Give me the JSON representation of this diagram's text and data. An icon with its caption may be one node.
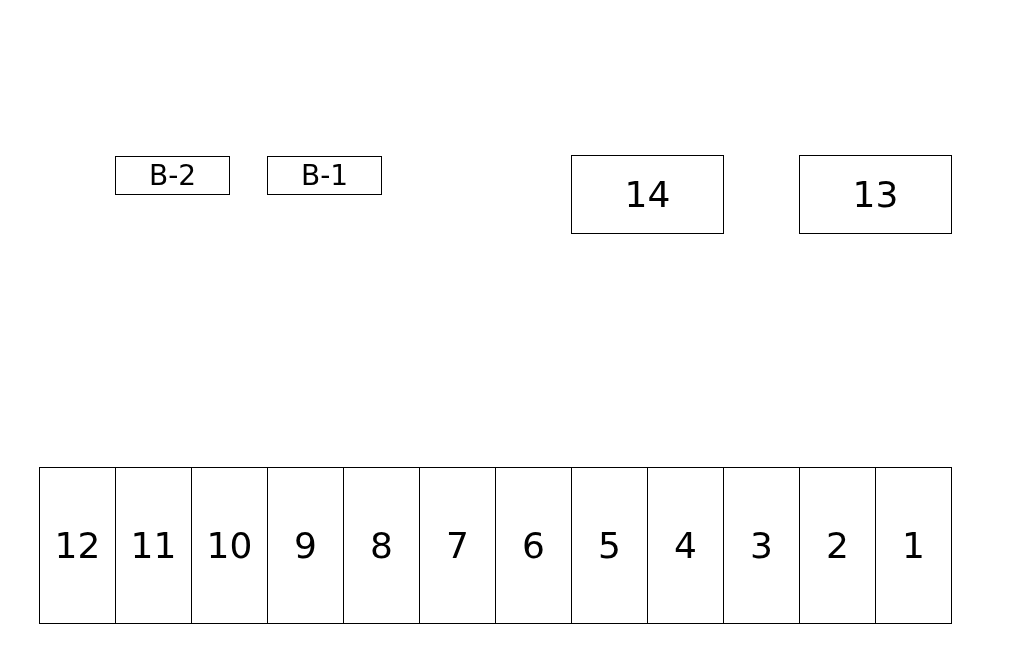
{
  "diagram": {
    "nodes": [
      {
        "text": [
          "B-2"
        ]
      },
      {
        "text": [
          "B-1"
        ]
      },
      {
        "text": [
          "14"
        ]
      },
      {
        "text": [
          "13"
        ]
      },
      {
        "text": [
          "12"
        ]
      },
      {
        "text": [
          "11"
        ]
      },
      {
        "text": [
          "10"
        ]
      },
      {
        "text": [
          "9"
        ]
      },
      {
        "text": [
          "8"
        ]
      },
      {
        "text": [
          "7"
        ]
      },
      {
        "text": [
          "6"
        ]
      },
      {
        "text": [
          "5"
        ]
      },
      {
        "text": [
          "4"
        ]
      },
      {
        "text": [
          "3"
        ]
      },
      {
        "text": [
          "2"
        ]
      },
      {
        "text": [
          "1"
        ]
      }
    ]
  }
}
